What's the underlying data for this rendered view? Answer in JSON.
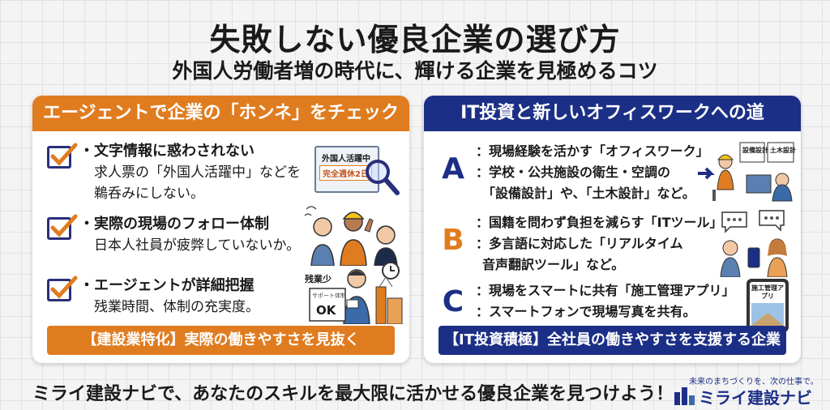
{
  "header": {
    "title": "失敗しない優良企業の選び方",
    "subtitle": "外国人労働者増の時代に、輝ける企業を見極めるコツ"
  },
  "left_panel": {
    "heading": "エージェントで企業の「ホンネ」をチェック",
    "items": [
      {
        "title": "・文字情報に惑わされない",
        "lines": [
          "求人票の「外国人活躍中」などを",
          "鵜呑みにしない。"
        ]
      },
      {
        "title": "・実際の現場のフォロー体制",
        "lines": [
          "日本人社員が疲弊していないか。"
        ]
      },
      {
        "title": "・エージェントが詳細把握",
        "lines": [
          "残業時間、体制の充実度。"
        ]
      }
    ],
    "illus_labels": {
      "doc_title": "外国人活躍中",
      "doc_stamp": "完全週休2日",
      "overtime": "残業少",
      "support_card": "サポート体制",
      "ok": "OK"
    },
    "footer_bar": "【建設業特化】実際の働きやすさを見抜く"
  },
  "right_panel": {
    "heading": "IT投資と新しいオフィスワークへの道",
    "items": [
      {
        "letter": "A",
        "lines": [
          "：現場経験を活かす「オフィスワーク」",
          "：学校・公共施設の衛生・空調の",
          "「設備設計」や、「土木設計」など。"
        ]
      },
      {
        "letter": "B",
        "lines": [
          "：国籍を問わず負担を減らす「ITツール」",
          "：多言語に対応した「リアルタイム",
          "音声翻訳ツール」など。"
        ]
      },
      {
        "letter": "C",
        "lines": [
          "：現場をスマートに共有「施工管理アプリ」",
          "：スマートフォンで現場写真を共有。"
        ]
      }
    ],
    "illus_labels": {
      "design1": "設備設計",
      "design2": "土木設計",
      "app": "施工管理アプリ"
    },
    "footer_bar": "【IT投資積極】全社員の働きやすさを支援する企業"
  },
  "footer": {
    "message": "ミライ建設ナビで、あなたのスキルを最大限に活かせる優良企業を見つけよう！",
    "logo_tagline": "未来のまちづくりを、次の仕事で。",
    "logo_name": "ミライ建設ナビ"
  },
  "colors": {
    "orange": "#e07c20",
    "navy": "#1c2f86"
  }
}
